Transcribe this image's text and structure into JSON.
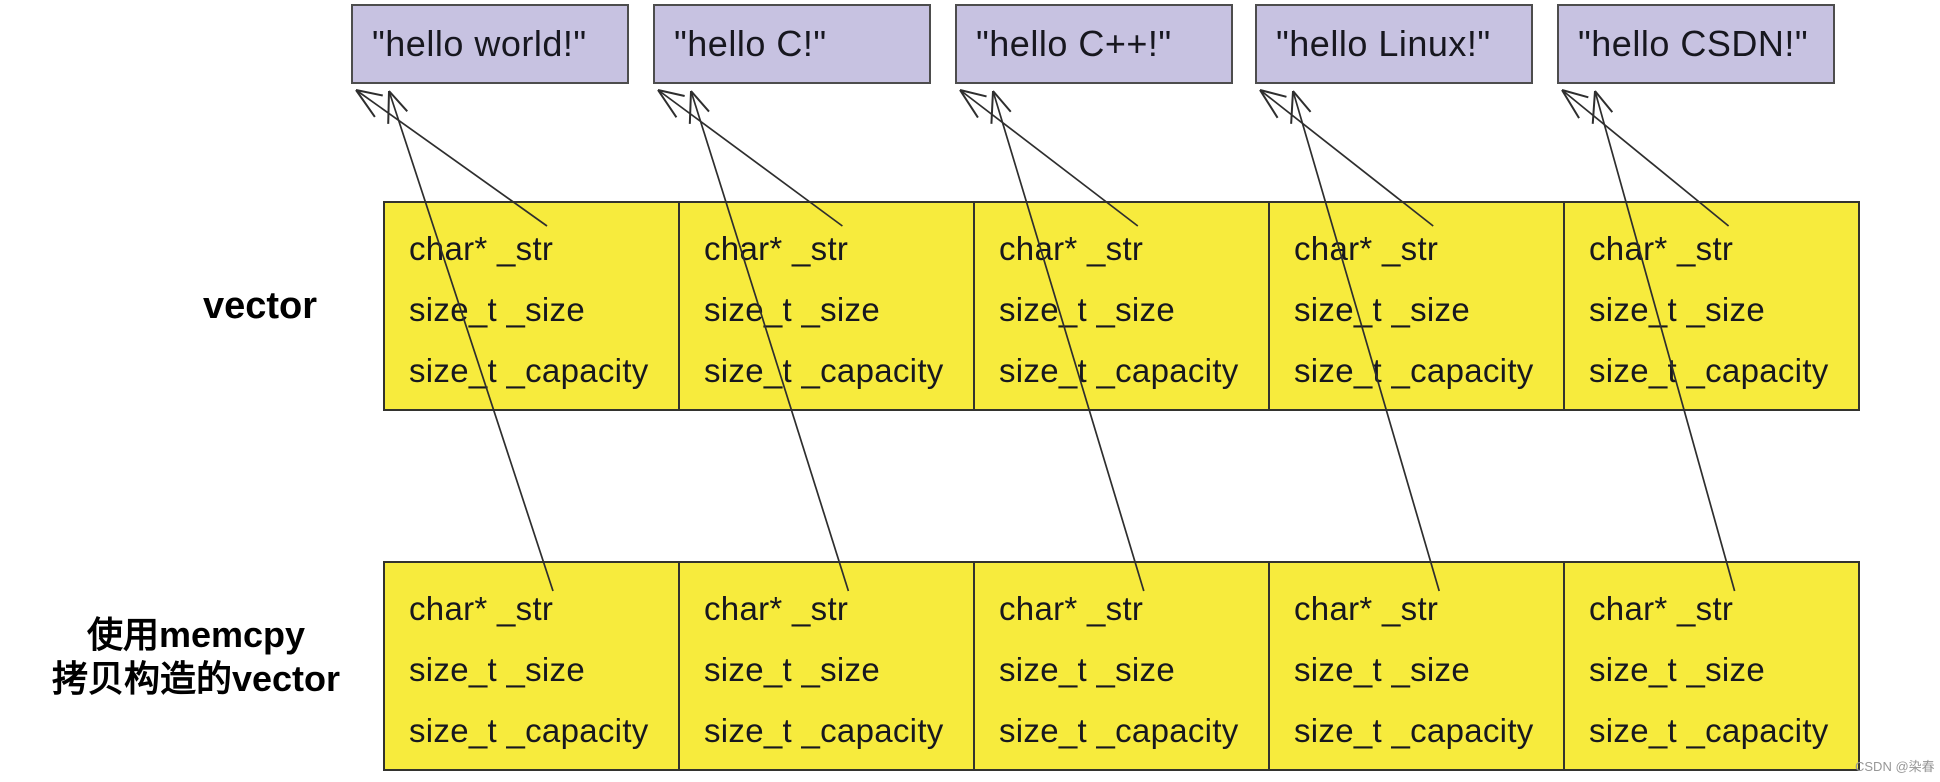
{
  "diagram": {
    "strings": [
      "\"hello world!\"",
      "\"hello C!\"",
      "\"hello C++!\"",
      "\"hello Linux!\"",
      "\"hello CSDN!\""
    ],
    "cell_fields": [
      "char* _str",
      "size_t _size",
      "size_t _capacity"
    ],
    "labels": {
      "vector": "vector",
      "memcpy_line1": "使用memcpy",
      "memcpy_line2": "拷贝构造的vector"
    },
    "watermark": "CSDN @染春",
    "columns": 5,
    "colors": {
      "string_box_fill": "#c7c2e1",
      "string_box_border": "#4d4d4d",
      "vector_cell_fill": "#f7eb3d",
      "vector_cell_border": "#33332e",
      "arrow": "#2e2e2e",
      "text": "#17171f",
      "watermark": "#979797"
    }
  }
}
